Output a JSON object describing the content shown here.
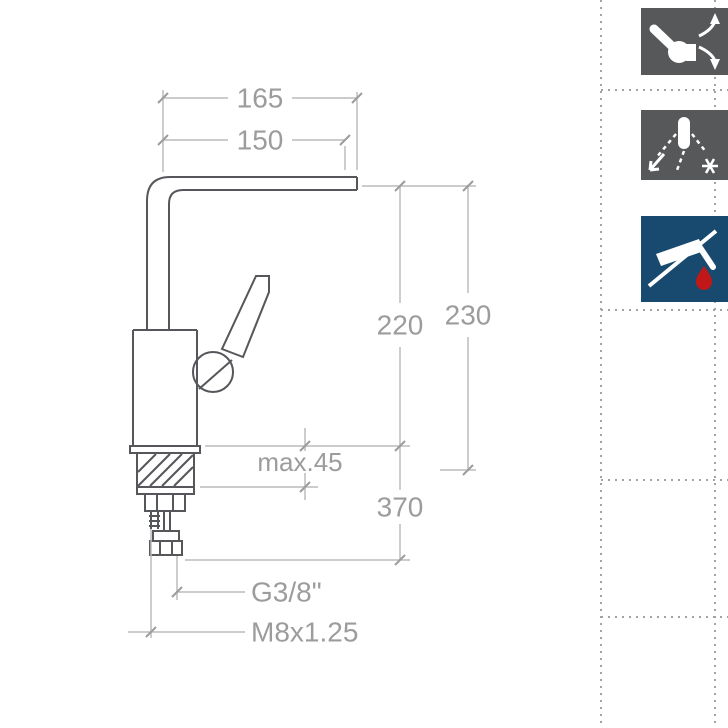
{
  "sheet": {
    "type": "faucet-technical-drawing"
  },
  "dimensions": {
    "d165": "165",
    "d150": "150",
    "d220": "220",
    "d230": "230",
    "max45": "max.45",
    "d370": "370",
    "g38": "G3/8\"",
    "m8": "M8x1.25"
  },
  "colors": {
    "faucet_line": "#55575b",
    "dim_line": "#bcbcbc",
    "dim_text": "#9c9c9c",
    "dashed_line": "#a3a3a3"
  },
  "badges": [
    {
      "id": "adjustable-stream-hand",
      "bg": "#57585a"
    },
    {
      "id": "spray-anticalc",
      "bg": "#57585a"
    },
    {
      "id": "easy-clean-no-tool",
      "bg": "#174a6e",
      "accent": "#c01818"
    }
  ]
}
